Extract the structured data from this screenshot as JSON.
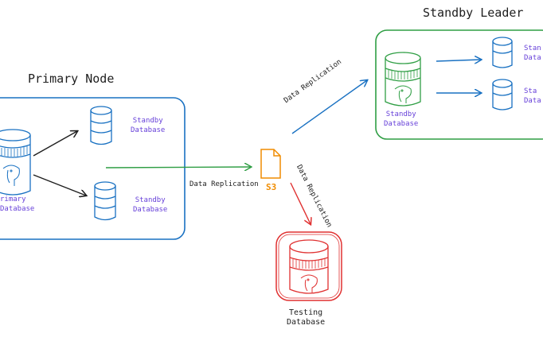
{
  "primary": {
    "title": "Primary Node",
    "db_label_1": "rimary",
    "db_label_2": "Database",
    "standby_top_1": "Standby",
    "standby_top_2": "Database",
    "standby_bottom_1": "Standby",
    "standby_bottom_2": "Database"
  },
  "standby_leader": {
    "title": "Standby Leader",
    "db_label_1": "Standby",
    "db_label_2": "Database",
    "replica_top_1": "Stan",
    "replica_top_2": "Data",
    "replica_bottom_1": "Sta",
    "replica_bottom_2": "Data"
  },
  "s3": {
    "label": "S3"
  },
  "testing": {
    "label_1": "Testing",
    "label_2": "Database"
  },
  "edges": {
    "primary_to_s3": "Data Replication",
    "s3_to_leader": "Data Replication",
    "s3_to_testing": "Data Replication"
  },
  "colors": {
    "blue": "#1971c2",
    "green": "#2f9e44",
    "red": "#e03131",
    "orange": "#f08c00",
    "purple": "#6741d9",
    "black": "#1e1e1e"
  },
  "icons": [
    "database-icon",
    "postgres-elephant-icon",
    "file-icon",
    "arrow-icon"
  ]
}
